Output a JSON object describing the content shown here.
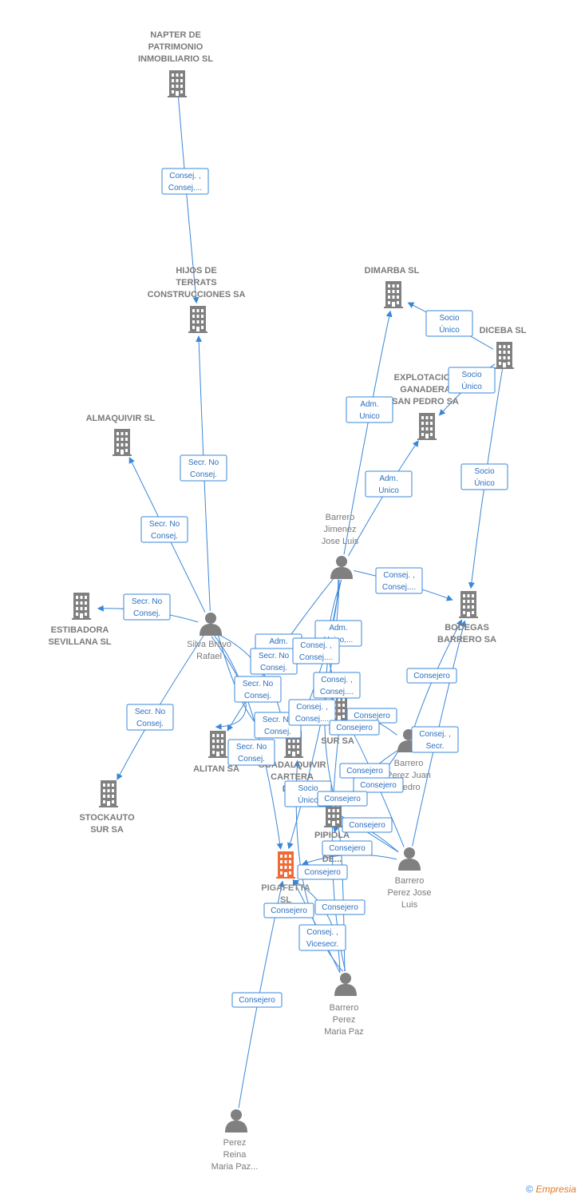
{
  "nodes": [
    {
      "id": "napter",
      "type": "company",
      "label": [
        "NAPTER DE",
        "PATRIMONIO",
        "INMOBILIARIO SL"
      ]
    },
    {
      "id": "hijos",
      "type": "company",
      "label": [
        "HIJOS DE",
        "TERRATS",
        "CONSTRUCCIONES SA"
      ]
    },
    {
      "id": "dimarba",
      "type": "company",
      "label": [
        "DIMARBA SL"
      ]
    },
    {
      "id": "diceba",
      "type": "company",
      "label": [
        "DICEBA SL"
      ]
    },
    {
      "id": "explotacion",
      "type": "company",
      "label": [
        "EXPLOTACION",
        "GANADERA",
        "SAN PEDRO SA"
      ]
    },
    {
      "id": "almaquivir",
      "type": "company",
      "label": [
        "ALMAQUIVIR SL"
      ]
    },
    {
      "id": "estibadora",
      "type": "company",
      "label": [
        "ESTIBADORA",
        "SEVILLANA SL"
      ]
    },
    {
      "id": "stockauto",
      "type": "company",
      "label": [
        "STOCKAUTO",
        "SUR SA"
      ]
    },
    {
      "id": "bodegas",
      "type": "company",
      "label": [
        "BODEGAS",
        "BARRERO SA"
      ]
    },
    {
      "id": "alitan",
      "type": "company",
      "label": [
        "ALITAN SA"
      ]
    },
    {
      "id": "guadalquivir",
      "type": "company",
      "label": [
        "GUADALQUIVIR",
        "CARTERA",
        "DE..."
      ]
    },
    {
      "id": "calsur",
      "type": "company",
      "label": [
        "CAL",
        "SUR SA"
      ]
    },
    {
      "id": "pipiola",
      "type": "company",
      "label": [
        "PIPIOLA",
        "C...",
        "DE..."
      ]
    },
    {
      "id": "pigafetta",
      "type": "focus",
      "label": [
        "PIGAFETTA",
        "SL"
      ]
    },
    {
      "id": "silva",
      "type": "person",
      "label": [
        "Silva Bravo",
        "Rafael"
      ]
    },
    {
      "id": "barrero_jl",
      "type": "person",
      "label": [
        "Barrero",
        "Jimenez",
        "Jose Luis"
      ]
    },
    {
      "id": "barrero_jp",
      "type": "person",
      "label": [
        "Barrero",
        "Perez Juan",
        "Pedro"
      ]
    },
    {
      "id": "barrero_pjl",
      "type": "person",
      "label": [
        "Barrero",
        "Perez Jose",
        "Luis"
      ]
    },
    {
      "id": "barrero_mp",
      "type": "person",
      "label": [
        "Barrero",
        "Perez",
        "Maria Paz"
      ]
    },
    {
      "id": "perez_reina",
      "type": "person",
      "label": [
        "Perez",
        "Reina",
        "Maria Paz..."
      ]
    }
  ],
  "edge_labels": [
    [
      "Consej. ,",
      "Consej...."
    ],
    [
      "Socio",
      "Único"
    ],
    [
      "Socio",
      "Único"
    ],
    [
      "Adm.",
      "Unico"
    ],
    [
      "Adm.",
      "Unico"
    ],
    [
      "Socio",
      "Único"
    ],
    [
      "Secr.  No",
      "Consej."
    ],
    [
      "Secr.  No",
      "Consej."
    ],
    [
      "Secr.  No",
      "Consej."
    ],
    [
      "Secr.  No",
      "Consej."
    ],
    [
      "Consej. ,",
      "Consej...."
    ],
    [
      "Adm.",
      "Unico"
    ],
    [
      "Adm.",
      "Unico,..."
    ],
    [
      "Secr.  No",
      "Consej."
    ],
    [
      "Consej. ,",
      "Consej...."
    ],
    [
      "Secr.  No",
      "Consej."
    ],
    [
      "Consej. ,",
      "Consej...."
    ],
    [
      "Consejero"
    ],
    [
      "Secr.  No",
      "Consej."
    ],
    [
      "Consej. ,",
      "Consej...."
    ],
    [
      "Consejero"
    ],
    [
      "Consejero"
    ],
    [
      "Consej. ,",
      "Secr."
    ],
    [
      "Secr.  No",
      "Consej."
    ],
    [
      "Consejero"
    ],
    [
      "Consejero"
    ],
    [
      "Socio",
      "Único"
    ],
    [
      "Consejero"
    ],
    [
      "Consejero"
    ],
    [
      "Consejero"
    ],
    [
      "Consejero"
    ],
    [
      "Consejero"
    ],
    [
      "Consejero"
    ],
    [
      "Consej. ,",
      "Vicesecr."
    ],
    [
      "Consejero"
    ]
  ],
  "colors": {
    "edge": "#3a87d8",
    "company_icon": "#808080",
    "person_icon": "#808080",
    "focus_icon": "#f06a35",
    "label_text": "#7a7a7a"
  },
  "footer": {
    "copyright_symbol": "©",
    "brand": "Empresia"
  }
}
